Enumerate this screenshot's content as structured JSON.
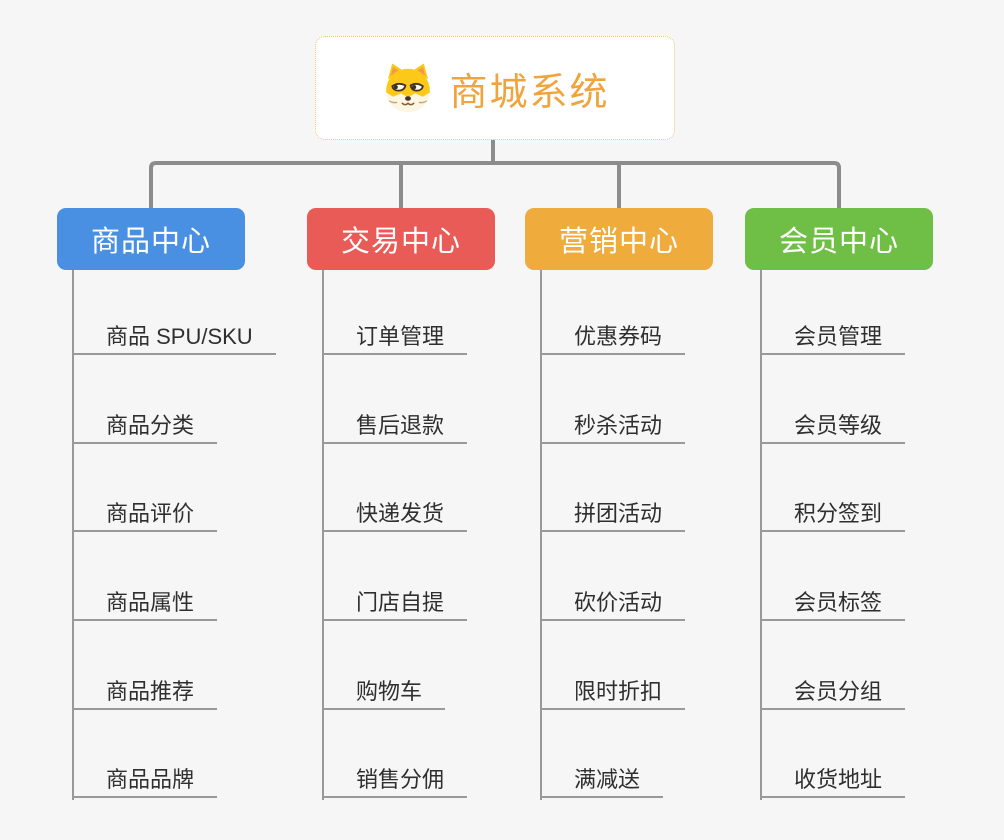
{
  "root": {
    "title": "商城系统",
    "icon": "shiba-dog-icon"
  },
  "branches": [
    {
      "label": "商品中心",
      "color": "#4a90e2",
      "items": [
        "商品 SPU/SKU",
        "商品分类",
        "商品评价",
        "商品属性",
        "商品推荐",
        "商品品牌"
      ]
    },
    {
      "label": "交易中心",
      "color": "#e95b56",
      "items": [
        "订单管理",
        "售后退款",
        "快递发货",
        "门店自提",
        "购物车",
        "销售分佣"
      ]
    },
    {
      "label": "营销中心",
      "color": "#efac3c",
      "items": [
        "优惠券码",
        "秒杀活动",
        "拼团活动",
        "砍价活动",
        "限时折扣",
        "满减送"
      ]
    },
    {
      "label": "会员中心",
      "color": "#6fbe45",
      "items": [
        "会员管理",
        "会员等级",
        "积分签到",
        "会员标签",
        "会员分组",
        "收货地址"
      ]
    }
  ],
  "colors": {
    "background": "#f6f6f6",
    "root_title": "#f0a43e",
    "root_border": "#f1c27d",
    "connector": "#8c8c8c",
    "line": "#999999",
    "leaf_text": "#2f2f2f"
  }
}
